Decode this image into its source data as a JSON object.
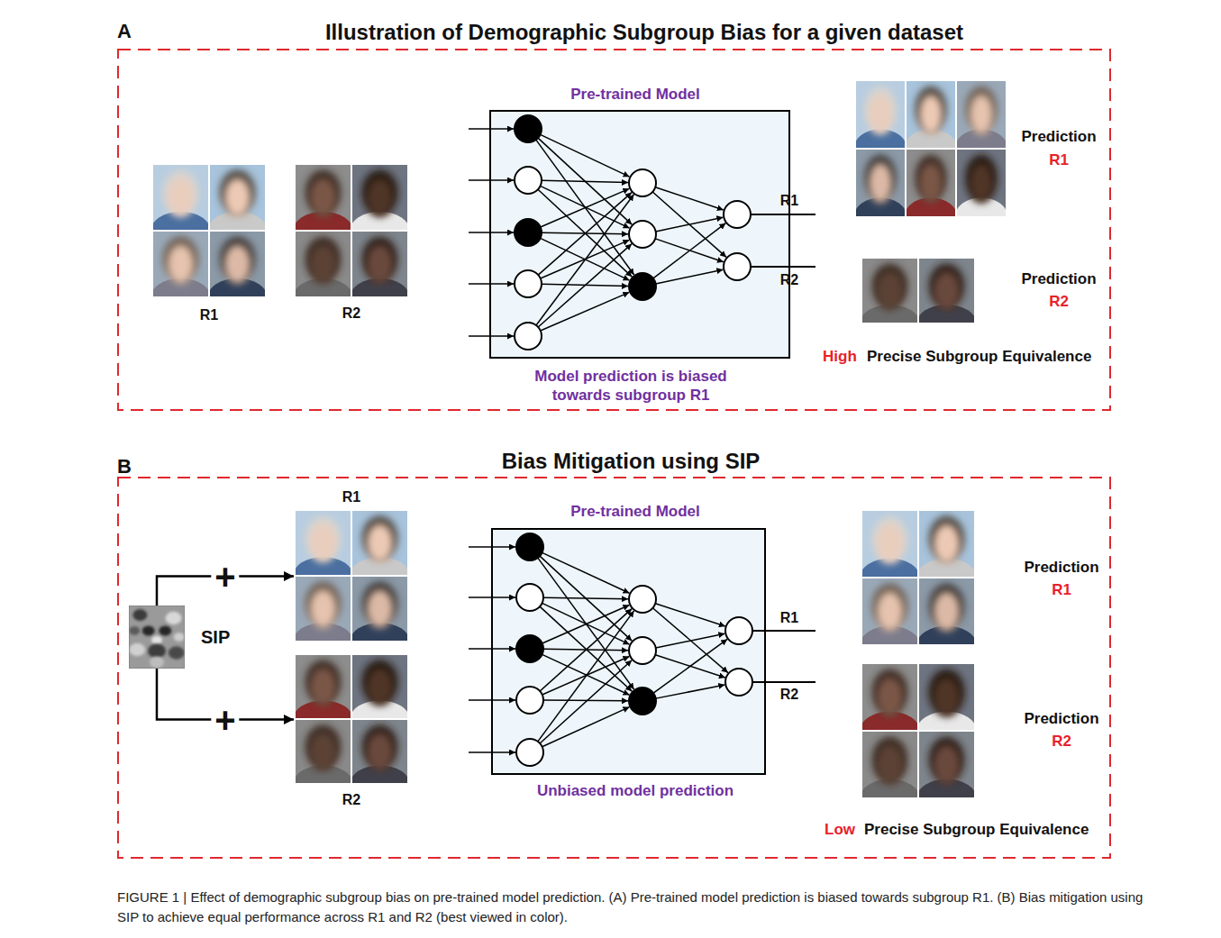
{
  "diagram": {
    "caption": "FIGURE 1 | Effect of demographic subgroup bias on pre-trained model prediction. (A) Pre-trained model prediction is biased towards subgroup R1. (B) Bias mitigation using SIP to achieve equal performance across R1 and R2 (best viewed in color).",
    "nodes": [
      {
        "text": [
          "A",
          "Illustration of Demographic Subgroup Bias for a given dataset"
        ]
      },
      {
        "text": [
          "Pre-trained Model",
          "Model prediction is biased towards subgroup R1"
        ],
        "in": 0
      },
      {
        "text": [
          "B",
          "Bias Mitigation using SIP"
        ]
      },
      {
        "text": [
          "SIP"
        ],
        "in": 2
      },
      {
        "text": [
          "R1"
        ],
        "in": 2
      },
      {
        "text": [
          "R2"
        ],
        "in": 2
      },
      {
        "text": [
          "Pre-trained Model",
          "Unbiased model prediction"
        ],
        "in": 2
      }
    ],
    "edges": [
      {
        "from": 3,
        "to": 4,
        "arrow": "to",
        "label": "+"
      },
      {
        "from": 3,
        "to": 5,
        "arrow": "to",
        "label": "+"
      }
    ],
    "labels": [
      "R1",
      "R2",
      "R1",
      "R2",
      "Prediction",
      "R1",
      "Prediction",
      "R2",
      "High",
      "Precise Subgroup Equivalence",
      "R1",
      "R2",
      "Prediction",
      "R1",
      "Prediction",
      "R2",
      "Low",
      "Precise Subgroup Equivalence"
    ]
  }
}
